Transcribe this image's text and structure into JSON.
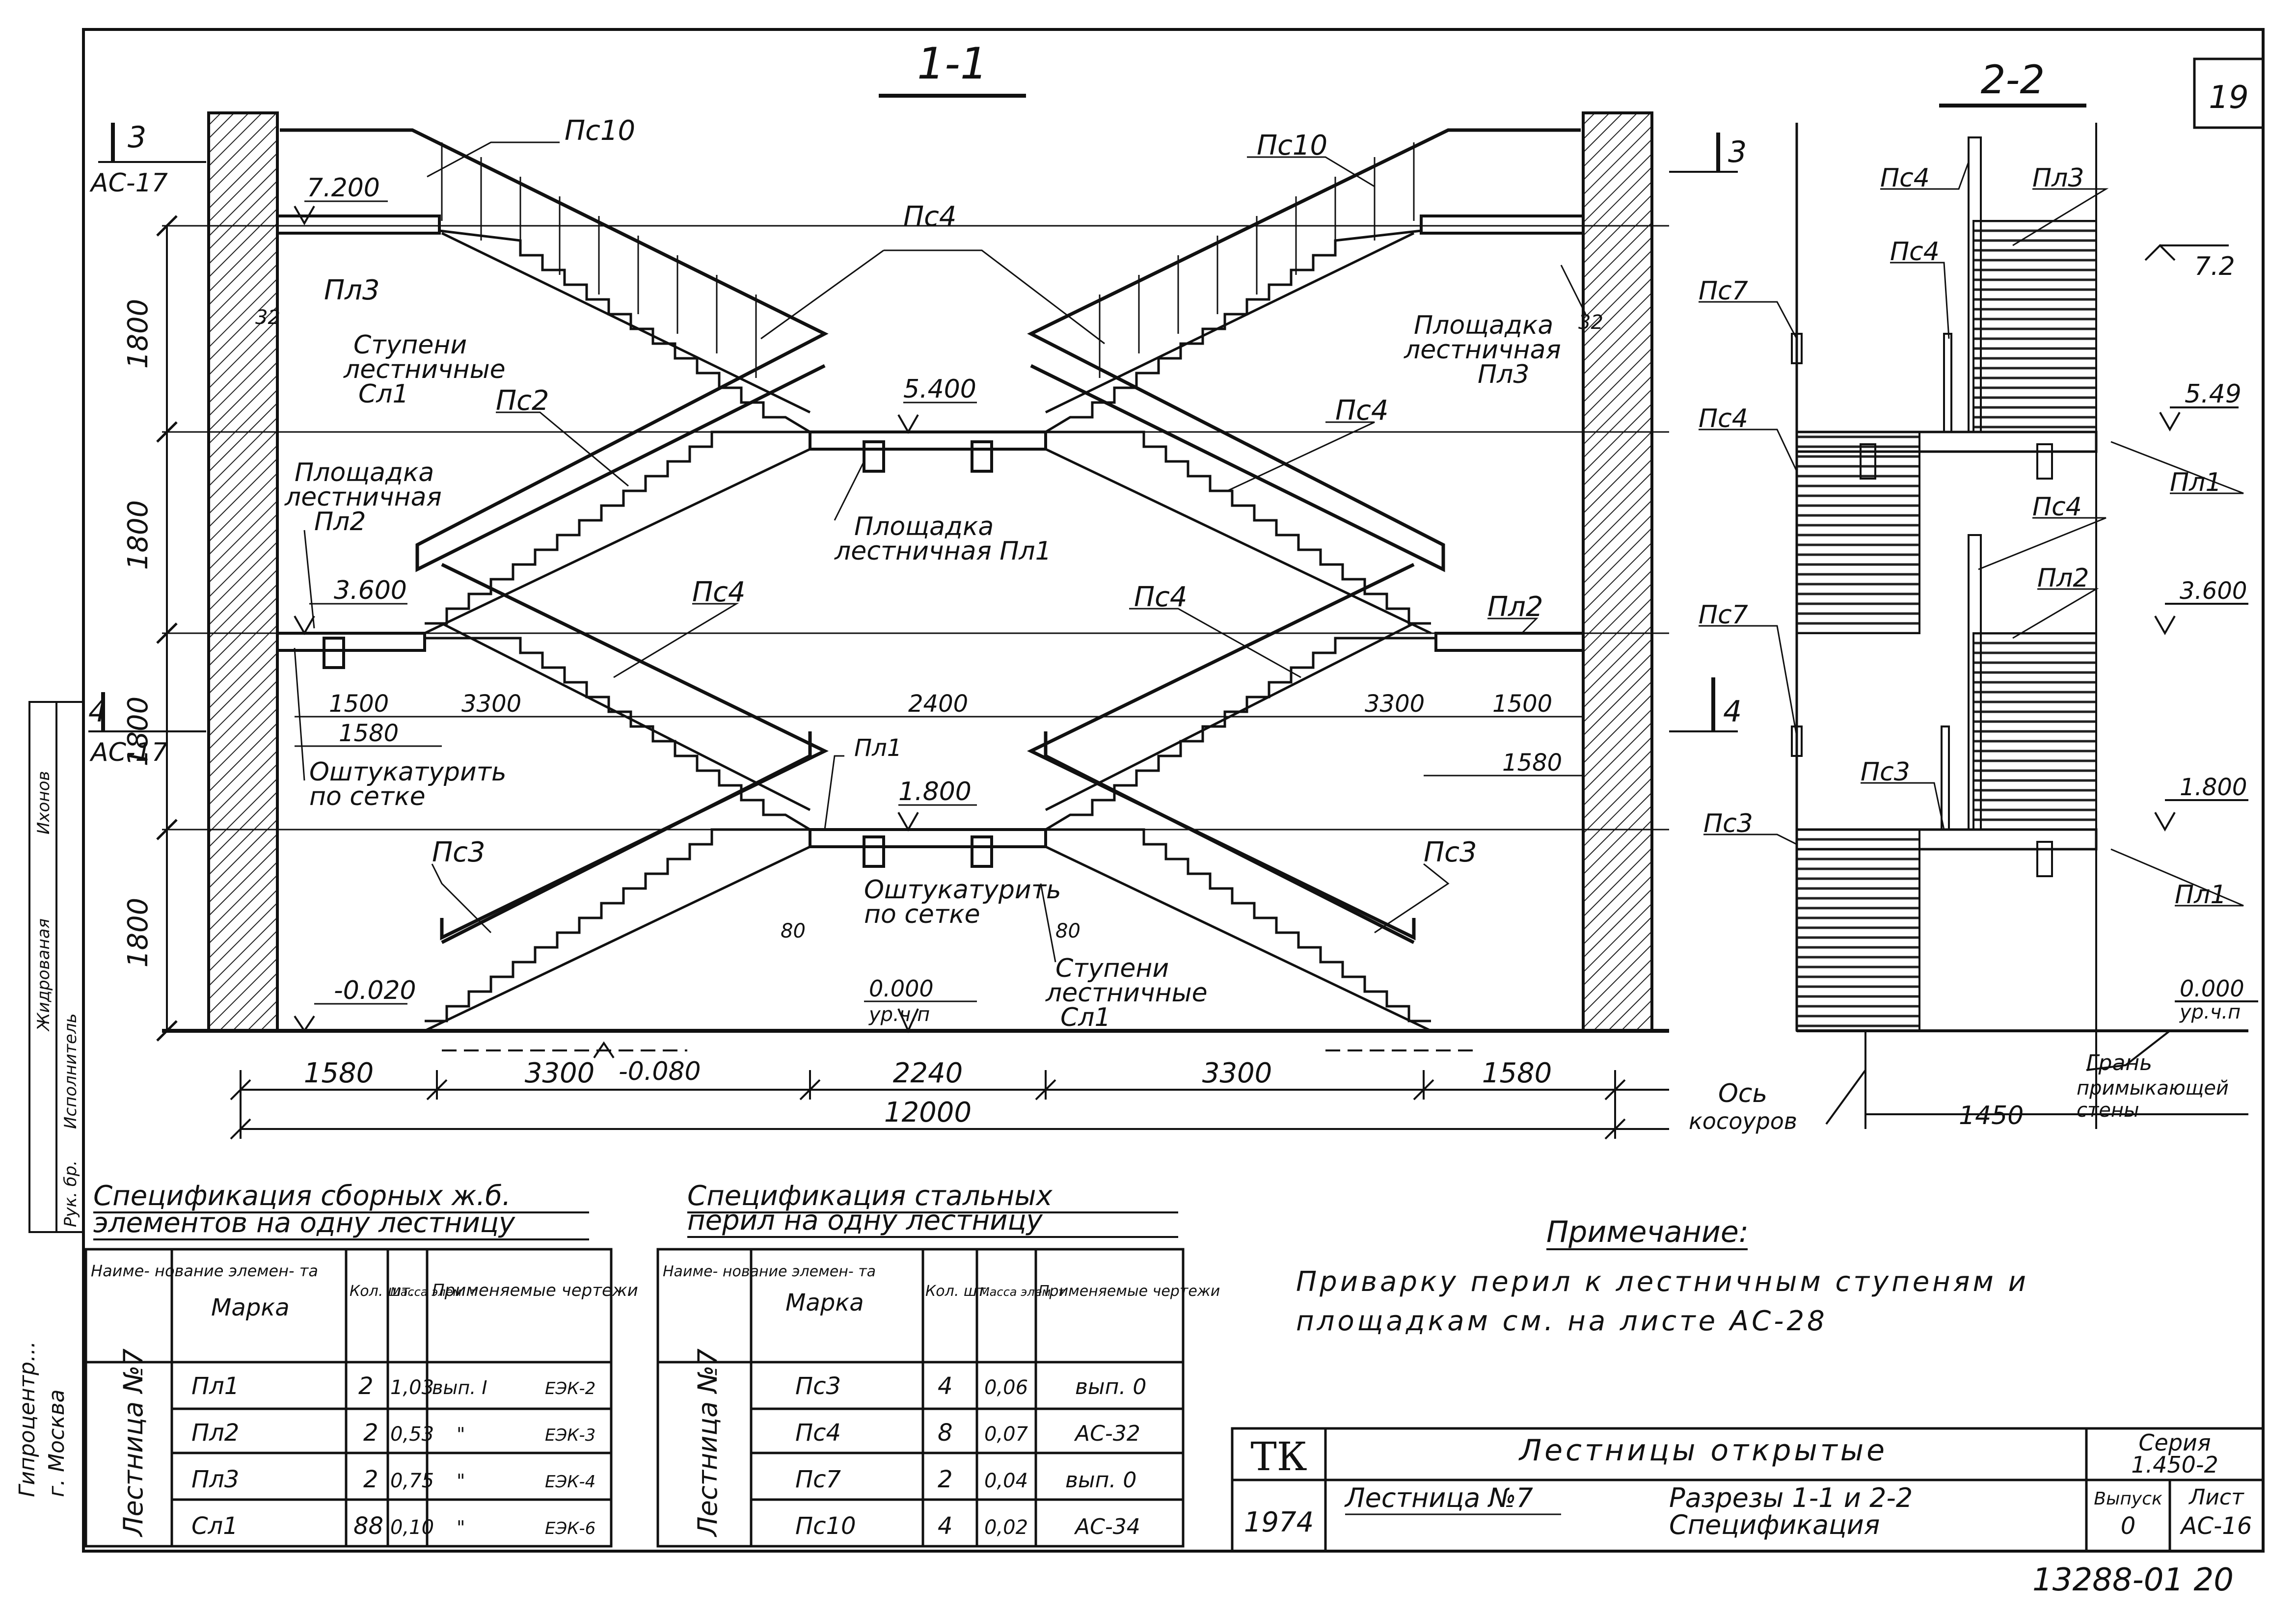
{
  "sheet_number": "19",
  "section_1_title": "1-1",
  "section_2_title": "2-2",
  "section_refs": {
    "ref3_num": "3",
    "ref3_sheet": "АС-17",
    "ref4_num": "4",
    "ref4_sheet": "АС-17",
    "ref3_right": "3",
    "ref4_right": "4"
  },
  "elevations": {
    "e7200": "7.200",
    "e5400": "5.400",
    "e3600": "3.600",
    "e1800": "1.800",
    "em0020": "-0.020",
    "em0080": "-0.080",
    "e0000": "0.000",
    "level_floor": "ур.ч.п",
    "r72": "7.2",
    "r549": "5.49",
    "r3600": "3.600",
    "r1800": "1.800",
    "r0000": "0.000",
    "r_floor": "ур.ч.п"
  },
  "heights": [
    "1800",
    "1800",
    "1800",
    "1800"
  ],
  "labels_1": {
    "ps10_l": "Пс10",
    "ps10_r": "Пс10",
    "ps4_top": "Пс4",
    "ps4_right1": "Пс4",
    "ps4_left_mid": "Пс4",
    "ps4_right_mid": "Пс4",
    "ps2": "Пс2",
    "ps3_l": "Пс3",
    "ps3_r": "Пс3",
    "pl3": "Пл3",
    "pl1_mid": "Пл1",
    "pl2_r": "Пл2",
    "steps_l_1": "Ступени",
    "steps_l_2": "лестничные",
    "steps_l_3": "Сл1",
    "steps_c_1": "Ступени",
    "steps_c_2": "лестничные",
    "steps_c_3": "Сл1",
    "landing_pl3_1": "Площадка",
    "landing_pl3_2": "лестничная",
    "landing_pl3_3": "Пл3",
    "landing_pl2_1": "Площадка",
    "landing_pl2_2": "лестничная",
    "landing_pl2_3": "Пл2",
    "landing_pl1_1": "Площадка",
    "landing_pl1_2": "лестничная Пл1",
    "plaster1_1": "Оштукатурить",
    "plaster1_2": "по сетке",
    "plaster2_1": "Оштукатурить",
    "plaster2_2": "по сетке",
    "d32a": "32",
    "d32b": "32",
    "d80a": "80",
    "d80b": "80",
    "d1500a": "1500",
    "d3300a": "3300",
    "d1580a": "1580",
    "d2400": "2400",
    "d3300b": "3300",
    "d1500b": "1500",
    "d1580b": "1580"
  },
  "dims_bottom": [
    "1580",
    "3300",
    "2240",
    "3300",
    "1580"
  ],
  "dim_total": "12000",
  "labels_2": {
    "ps4_a": "Пс4",
    "ps4_b": "Пс4",
    "ps4_c": "Пс4",
    "ps4_d": "Пс4",
    "ps7_a": "Пс7",
    "ps7_b": "Пс7",
    "ps3_a": "Пс3",
    "ps3_b": "Пс3",
    "pl3": "Пл3",
    "pl1_a": "Пл1",
    "pl2": "Пл2",
    "pl1_b": "Пл1",
    "axis_1": "Ось",
    "axis_2": "косоуров",
    "d1450": "1450",
    "edge_1": "Грань",
    "edge_2": "примыкающей",
    "edge_3": "стены"
  },
  "stamp_left": [
    "Рук. бр.",
    "Исполнитель",
    "Жидрованая",
    "Ихонов"
  ],
  "stamp_city": [
    "Гипроцентр...",
    "г. Москва"
  ],
  "spec1": {
    "title_1": "Спецификация сборных ж.б.",
    "title_2": "элементов на одну лестницу",
    "headers": [
      "Наиме- нование элемен- та",
      "Марка",
      "Кол. шт.",
      "Масса элем. т",
      "Применяемые чертежи"
    ],
    "group": "Лестница №7",
    "rows": [
      [
        "Пл1",
        "2",
        "1,03",
        "вып. I",
        "ЕЭК-2"
      ],
      [
        "Пл2",
        "2",
        "0,53",
        "\"",
        "ЕЭК-3"
      ],
      [
        "Пл3",
        "2",
        "0,75",
        "\"",
        "ЕЭК-4"
      ],
      [
        "Сл1",
        "88",
        "0,10",
        "\"",
        "ЕЭК-6"
      ]
    ]
  },
  "spec2": {
    "title_1": "Спецификация стальных",
    "title_2": "перил на одну лестницу",
    "headers": [
      "Наиме- нование элемен- та",
      "Марка",
      "Кол. шт.",
      "Масса элем. т",
      "Применяемые чертежи"
    ],
    "group": "Лестница №7",
    "rows": [
      [
        "Пс3",
        "4",
        "0,06",
        "вып. 0"
      ],
      [
        "Пс4",
        "8",
        "0,07",
        "АС-32"
      ],
      [
        "Пс7",
        "2",
        "0,04",
        "вып. 0"
      ],
      [
        "Пс10",
        "4",
        "0,02",
        "АС-34"
      ]
    ]
  },
  "note": {
    "title": "Примечание:",
    "line1": "Приварку перил к лестничным ступеням и",
    "line2": "площадкам см. на листе АС-28"
  },
  "title_block": {
    "logo": "ТК",
    "year": "1974",
    "name": "Лестницы открытые",
    "stair": "Лестница №7",
    "content_1": "Разрезы 1-1 и 2-2",
    "content_2": "Спецификация",
    "series_label": "Серия",
    "series": "1.450-2",
    "issue_label": "Выпуск",
    "issue": "0",
    "sheet_label": "Лист",
    "sheet": "АС-16"
  },
  "archive_number": "13288-01 20"
}
